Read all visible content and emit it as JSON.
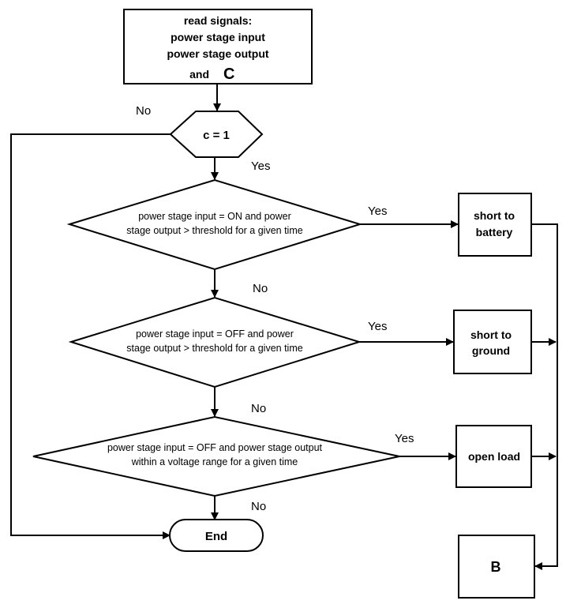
{
  "start_box": {
    "line1": "read signals:",
    "line2": "power stage input",
    "line3": "power stage output",
    "line4_prefix": "and",
    "line4_var": "C"
  },
  "decision_c": {
    "label": "c = 1"
  },
  "decision_1": {
    "line1": "power stage input = ON and power",
    "line2": "stage output > threshold for a given time"
  },
  "decision_2": {
    "line1": "power stage input = OFF and power",
    "line2": "stage output > threshold for a given time"
  },
  "decision_3": {
    "line1": "power stage input = OFF and power stage output",
    "line2": "within a voltage range for a given time"
  },
  "outcome_battery": {
    "line1": "short to",
    "line2": "battery"
  },
  "outcome_ground": {
    "line1": "short to",
    "line2": "ground"
  },
  "outcome_open_load": {
    "label": "open load"
  },
  "outcome_b": {
    "label": "B"
  },
  "end": {
    "label": "End"
  },
  "edge_labels": {
    "c_no": "No",
    "c_yes": "Yes",
    "d1_yes": "Yes",
    "d1_no": "No",
    "d2_yes": "Yes",
    "d2_no": "No",
    "d3_yes": "Yes",
    "d3_no": "No"
  }
}
